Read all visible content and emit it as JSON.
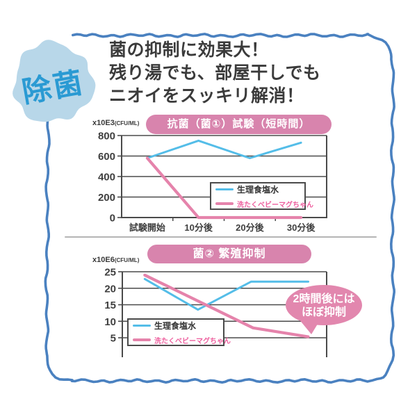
{
  "badge": {
    "label": "除菌"
  },
  "headline": {
    "lines": [
      "菌の抑制に効果大！",
      "残り湯でも、部屋干しでも",
      "ニオイをスッキリ解消！"
    ]
  },
  "annotation": {
    "lines": [
      "2時間後には",
      "ほぼ抑制"
    ]
  },
  "colors": {
    "frame_blue": "#4a81c0",
    "badge_bg": "#b8d7e9",
    "badge_text": "#2a9ad3",
    "pill_pink": "#d884ad",
    "line_blue": "#54bde8",
    "line_pink": "#e583ab",
    "bubble_pink": "#e287ae",
    "grid": "#4a4a4a",
    "legend_pink_text": "#ee5f9e",
    "divider_gray": "#b5b5b5"
  },
  "chart_data": [
    {
      "type": "line",
      "title": "抗菌（菌①）試験（短時間）",
      "unit_label": "x10E3",
      "unit_sub": "(CFU/ML)",
      "categories": [
        "試験開始",
        "10分後",
        "20分後",
        "30分後"
      ],
      "ylim": [
        0,
        800
      ],
      "yticks": [
        0,
        200,
        400,
        600,
        800
      ],
      "grid": true,
      "legend_position": "inside-right",
      "series": [
        {
          "name": "生理食塩水",
          "color": "#54bde8",
          "values": [
            580,
            750,
            580,
            730
          ]
        },
        {
          "name": "洗たくベビーマグちゃん",
          "color": "#e583ab",
          "values": [
            580,
            0,
            0,
            0
          ]
        }
      ]
    },
    {
      "type": "line",
      "title": "菌② 繁殖抑制",
      "unit_label": "x10E6",
      "unit_sub": "(CFU/ML)",
      "categories": [],
      "ylim": [
        5,
        25
      ],
      "yticks": [
        5,
        10,
        15,
        20,
        25
      ],
      "grid": true,
      "legend_position": "inside-left",
      "annotation": "2時間後にはほぼ抑制",
      "series": [
        {
          "name": "生理食塩水",
          "color": "#54bde8",
          "points": [
            [
              0.11,
              22.8
            ],
            [
              0.37,
              13.5
            ],
            [
              0.63,
              22.0
            ],
            [
              0.91,
              22.0
            ]
          ]
        },
        {
          "name": "洗たくベビーマグちゃん",
          "color": "#e583ab",
          "points": [
            [
              0.11,
              24.0
            ],
            [
              0.64,
              8.0
            ],
            [
              0.91,
              5.3
            ]
          ]
        }
      ]
    }
  ]
}
